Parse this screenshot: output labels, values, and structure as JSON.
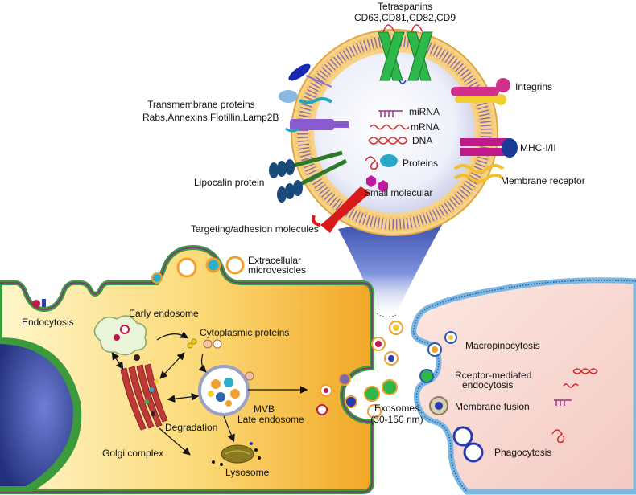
{
  "exosome_labels": {
    "tetraspanins_title": "Tetraspanins",
    "tetraspanins_list": "CD63,CD81,CD82,CD9",
    "integrins": "Integrins",
    "transmembrane_title": "Transmembrane proteins",
    "transmembrane_list": "Rabs,Annexins,Flotillin,Lamp2B",
    "mirna": "miRNA",
    "mrna": "mRNA",
    "dna": "DNA",
    "proteins": "Proteins",
    "small_molecular": "Small molecular",
    "mhc": "MHC-I/II",
    "membrane_receptor": "Membrane receptor",
    "lipocalin": "Lipocalin protein",
    "targeting": "Targeting/adhesion molecules"
  },
  "cell_labels": {
    "extracellular_microvesicles_1": "Extracellular",
    "extracellular_microvesicles_2": "microvesicles",
    "endocytosis": "Endocytosis",
    "early_endosome": "Early endosome",
    "cytoplasmic_proteins": "Cytoplasmic proteins",
    "mvb": "MVB",
    "late_endosome": "Late endosome",
    "degradation": "Degradation",
    "golgi": "Golgi complex",
    "lysosome": "Lysosome",
    "exosomes": "Exosomes",
    "exosome_size": "(30-150 nm)"
  },
  "recipient_labels": {
    "macropinocytosis": "Macropinocytosis",
    "receptor_mediated_1": "Rceptor-mediated",
    "receptor_mediated_2": "endocytosis",
    "membrane_fusion": "Membrane fusion",
    "phagocytosis": "Phagocytosis"
  },
  "colors": {
    "cell_fill": "#f8c84a",
    "cell_membrane": "#3b9a3b",
    "membrane_edge": "#8a2a8a",
    "nucleus": "#3c4aa8",
    "recipient_fill": "#f7dad6",
    "recipient_membrane": "#7ab8e0",
    "exosome_fill": "#e6e8f5",
    "cone": "#2d4fb4"
  }
}
